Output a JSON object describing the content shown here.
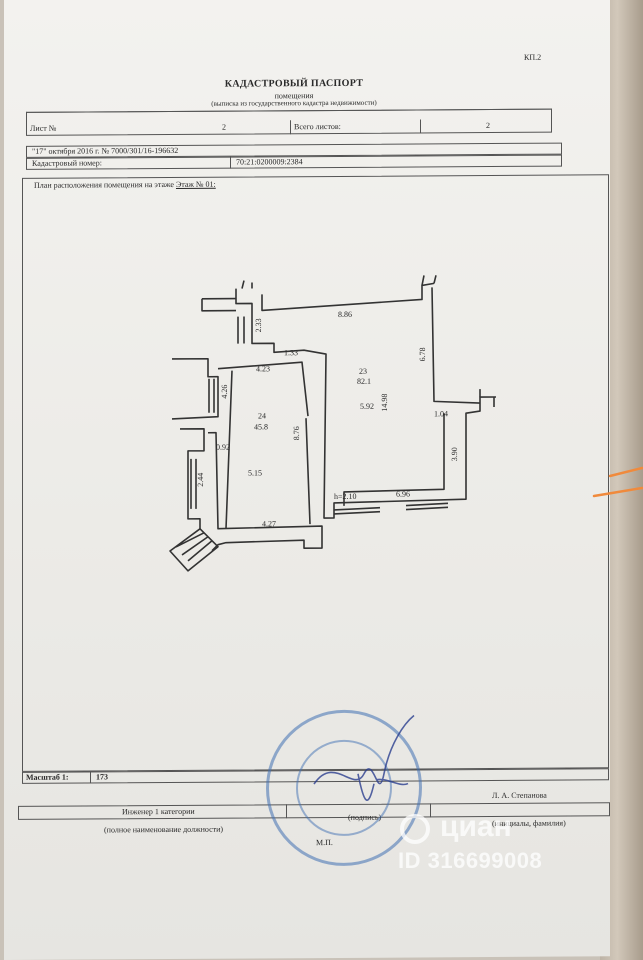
{
  "header": {
    "form_code": "КП.2",
    "title": "КАДАСТРОВЫЙ ПАСПОРТ",
    "subtitle": "помещения",
    "note": "(выписка из государственного кадастра недвижимости)"
  },
  "sheet": {
    "sheet_label": "Лист №",
    "sheet_value": "2",
    "total_label": "Всего листов:",
    "total_value": "2"
  },
  "record": {
    "date_number": "\"17\" октября 2016 г. № 7000/301/16-196632",
    "cadastral_label": "Кадастровый номер:",
    "cadastral_value": "70:21:0200009:2384"
  },
  "plan": {
    "caption": "План расположения помещения на этаже",
    "floor_link": "Этаж № 01:",
    "labels": {
      "room23_num": "23",
      "room23_area": "82.1",
      "room23_len": "5.92",
      "room24_num": "24",
      "room24_area": "45.8",
      "room24_len": "5.15",
      "d_top": "8.86",
      "d_upper_left": "2.33",
      "d_left_step": "1.33",
      "d_right_upper": "6.78",
      "d_middle": "14.98",
      "d_right_lower": "3.90",
      "d_corner": "1.04",
      "d_room24_width": "4.23",
      "d_room24_height": "4.26",
      "d_lower_step": "0.92",
      "d_entrance": "2.44",
      "d_room24_bottom": "4.27",
      "d_divider": "8.76",
      "d_bottom_left": "2.10",
      "d_bottom_right": "6.96",
      "h_mark": "h="
    }
  },
  "scale": {
    "label": "Масштаб 1:",
    "value": "173"
  },
  "signature": {
    "position": "Инженер 1 категории",
    "position_caption": "(полное наименование должности)",
    "name": "Л. А. Степанова",
    "name_caption": "(инициалы, фамилия)",
    "stamp_place": "М.П.",
    "signature_caption": "(подпись)"
  },
  "watermark": {
    "brand": "циан",
    "id": "ID 316699008"
  },
  "colors": {
    "stamp": "#3f6fb3",
    "accent_mark": "#f08a3c",
    "ink": "#2a2a2a"
  }
}
